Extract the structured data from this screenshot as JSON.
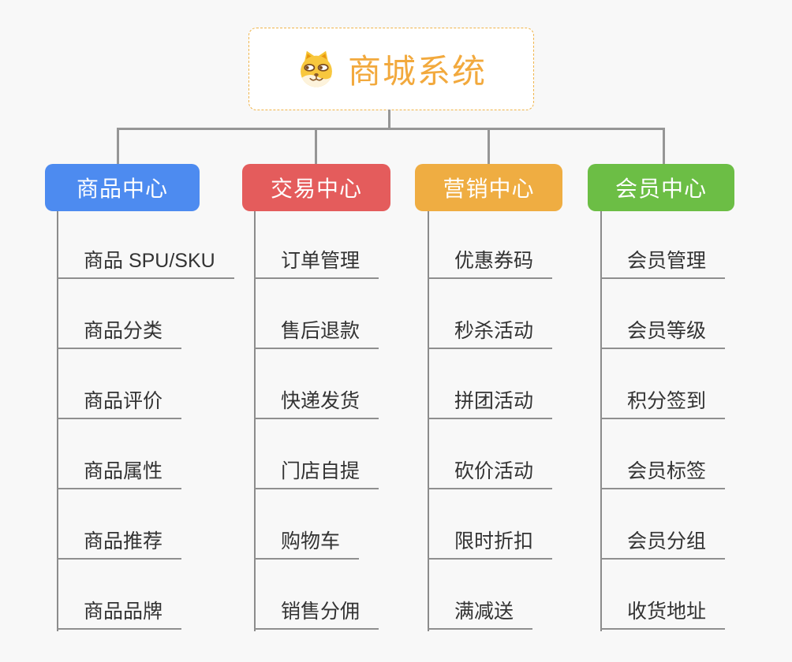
{
  "page": {
    "background_color": "#f8f8f8",
    "connector_color": "#969696",
    "leaf_text_color": "#333333",
    "leaf_line_color": "#8f8f8f"
  },
  "root": {
    "title": "商城系统",
    "icon": "dog-face-icon",
    "text_color": "#f2a93d",
    "border_color": "#f0b44a",
    "background": "#ffffff"
  },
  "branches": [
    {
      "id": "product-center",
      "label": "商品中心",
      "color": "#4d8bf0",
      "items": [
        "商品 SPU/SKU",
        "商品分类",
        "商品评价",
        "商品属性",
        "商品推荐",
        "商品品牌"
      ]
    },
    {
      "id": "trade-center",
      "label": "交易中心",
      "color": "#e45c5c",
      "items": [
        "订单管理",
        "售后退款",
        "快递发货",
        "门店自提",
        "购物车",
        "销售分佣"
      ]
    },
    {
      "id": "marketing-center",
      "label": "营销中心",
      "color": "#efad42",
      "items": [
        "优惠券码",
        "秒杀活动",
        "拼团活动",
        "砍价活动",
        "限时折扣",
        "满减送"
      ]
    },
    {
      "id": "member-center",
      "label": "会员中心",
      "color": "#6cbe45",
      "items": [
        "会员管理",
        "会员等级",
        "积分签到",
        "会员标签",
        "会员分组",
        "收货地址"
      ]
    }
  ]
}
